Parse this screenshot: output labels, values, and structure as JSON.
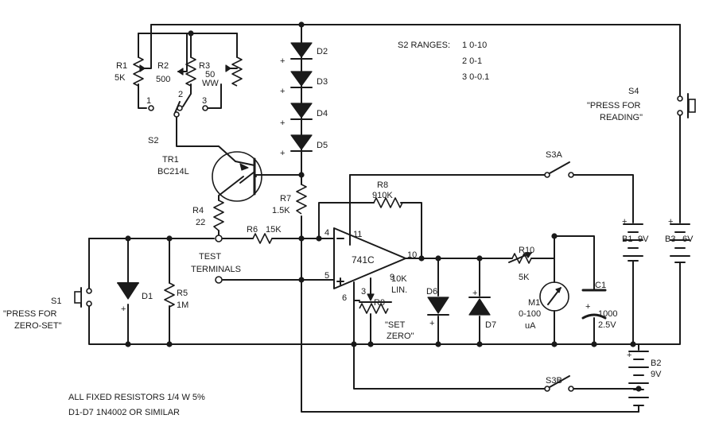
{
  "labels": {
    "r1": "R1",
    "r1v": "5K",
    "r2": "R2",
    "r2v": "500",
    "r3": "R3",
    "r3v1": "50",
    "r3v2": "WW",
    "p1": "1",
    "p2": "2",
    "p3": "3",
    "s2": "S2",
    "tr1": "TR1",
    "tr1v": "BC214L",
    "r4": "R4",
    "r4v": "22",
    "r6": "R6",
    "r6v": "15K",
    "r7": "R7",
    "r7v": "1.5K",
    "r8": "R8",
    "r8v": "910K",
    "d2": "D2",
    "d3": "D3",
    "d4": "D4",
    "d5": "D5",
    "test1": "TEST",
    "test2": "TERMINALS",
    "ic": "741C",
    "pin4": "4",
    "pin11": "11",
    "pin10": "10",
    "pin5": "5",
    "pin6": "6",
    "pin3": "3",
    "pin9": "9",
    "r9": "R9",
    "r9v1": "10K",
    "r9v2": "LIN.",
    "setzero1": "\"SET",
    "setzero2": "ZERO\"",
    "d6": "D6",
    "d7": "D7",
    "r10": "R10",
    "r10v": "5K",
    "m1": "M1",
    "m1v1": "0-100",
    "m1v2": "uA",
    "c1": "C1",
    "c1v1": "1000",
    "c1v2": "2.5V",
    "s3a": "S3A",
    "s3b": "S3B",
    "s4": "S4",
    "s4l1": "\"PRESS FOR",
    "s4l2": "READING\"",
    "b1": "B1",
    "b1v": "9V",
    "b3": "B3",
    "b3v": "6V",
    "b2": "B2",
    "b2v": "9V",
    "s1": "S1",
    "s1l1": "\"PRESS FOR",
    "s1l2": "ZERO-SET\"",
    "d1": "D1",
    "r5": "R5",
    "r5v": "1M",
    "plus": "+",
    "ranges_title": "S2 RANGES:",
    "range1": "1  0-10",
    "range2": "2  0-1",
    "range3": "3  0-0.1",
    "note1": "ALL FIXED RESISTORS 1/4 W  5%",
    "note2": "D1-D7  1N4002 OR SIMILAR"
  }
}
